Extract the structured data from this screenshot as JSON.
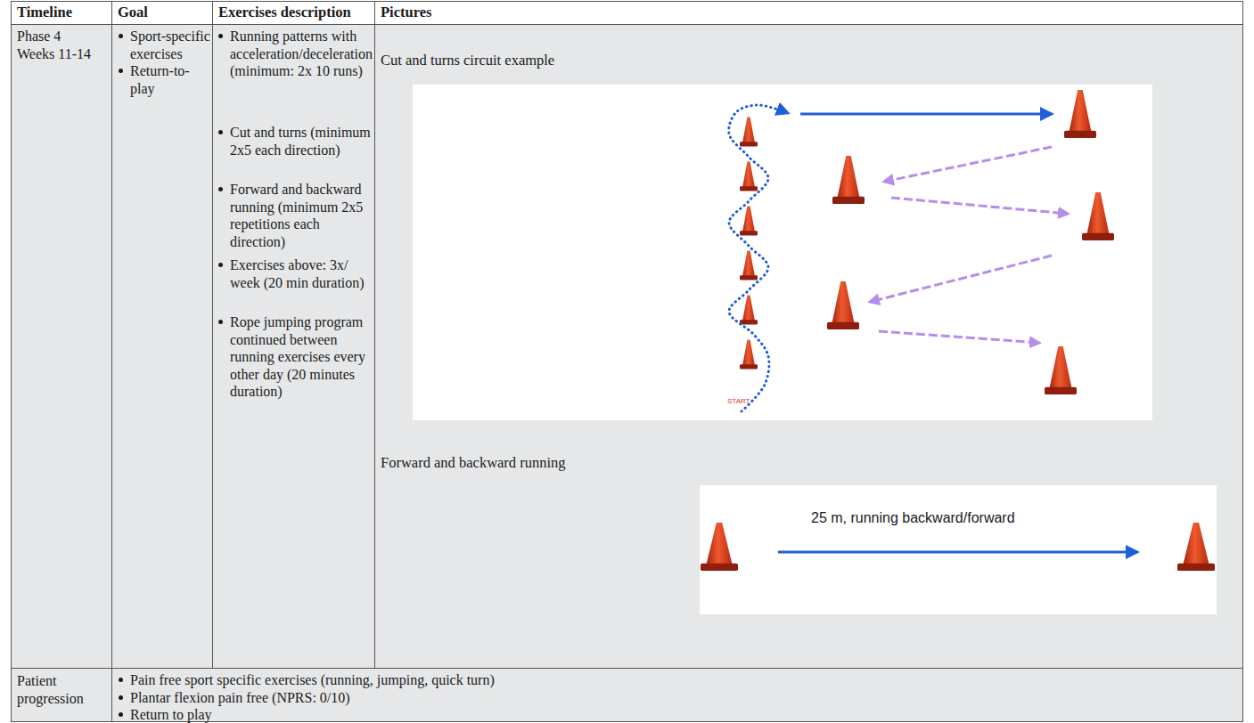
{
  "diagram": {
    "labels": [
      "Timeline",
      "Goal",
      "Exercises description",
      "Pictures",
      "Phase 4",
      "Weeks 11-14",
      "Sport-specific exercises",
      "Return-to-play",
      "Running patterns with acceleration/deceleration (minimum: 2x 10 runs)",
      "Cut and turns (minimum 2x5 each direction)",
      "Forward and backward running (minimum 2x5 repetitions each direction)",
      "Exercises above: 3x/ week (20 min duration)",
      "Rope jumping program continued between running exercises every other day (20 minutes duration)",
      "Cut and turns circuit example",
      "START",
      "Forward and backward running",
      "25 m, running backward/forward",
      "Patient progression",
      "Pain free sport specific exercises (running, jumping, quick turn)",
      "Plantar flexion pain free (NPRS: 0/10)",
      "Return to play"
    ]
  }
}
